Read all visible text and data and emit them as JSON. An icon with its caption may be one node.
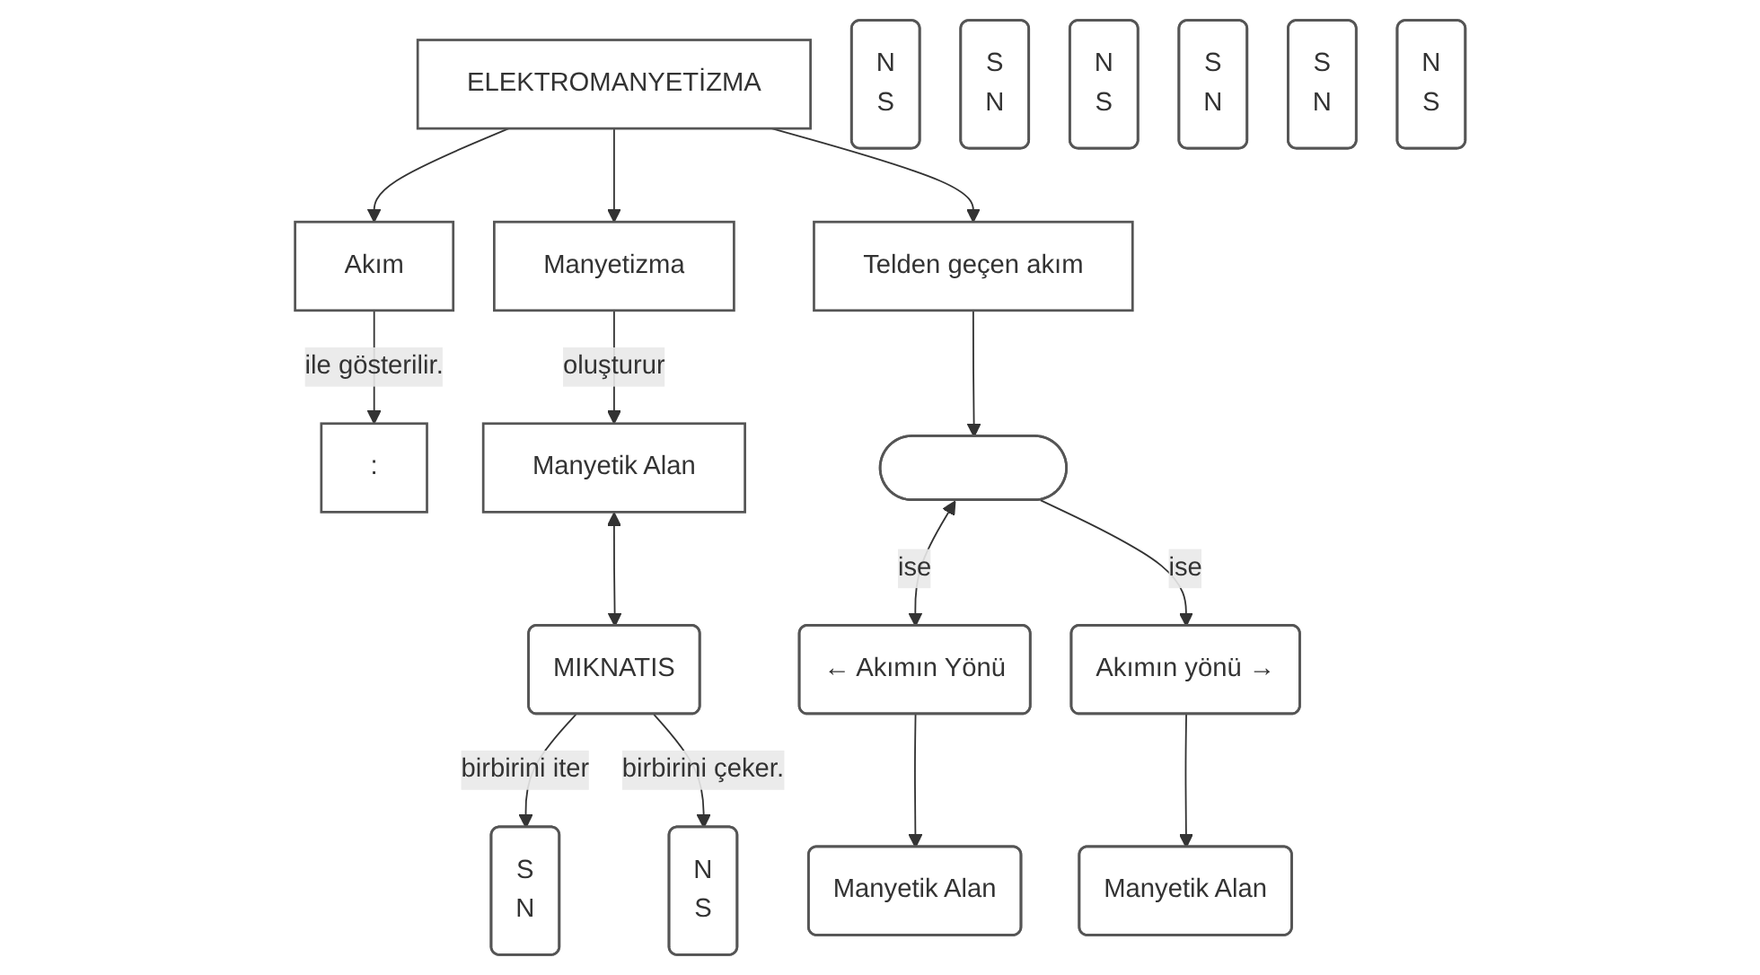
{
  "diagram": {
    "nodes": [
      {
        "text": [
          "ELEKTROMANYETİZMA"
        ]
      },
      {
        "text": [
          "Akım"
        ]
      },
      {
        "text": [
          "Manyetizma"
        ]
      },
      {
        "text": [
          "Telden geçen akım"
        ]
      },
      {
        "text": [
          ":"
        ]
      },
      {
        "text": [
          "Manyetik Alan"
        ]
      },
      {
        "text": [],
        "shape": "bar"
      },
      {
        "text": [
          "MIKNATIS"
        ]
      },
      {
        "text": [
          "← Akımın Yönü"
        ]
      },
      {
        "text": [
          "Akımın yönü →"
        ]
      },
      {
        "text": [
          "Manyetik Alan"
        ]
      },
      {
        "text": [
          "Manyetik Alan"
        ]
      },
      {
        "text": [
          "S",
          "N"
        ]
      },
      {
        "text": [
          "N",
          "S"
        ]
      },
      {
        "text": [
          "N",
          "S"
        ]
      },
      {
        "text": [
          "S",
          "N"
        ]
      },
      {
        "text": [
          "N",
          "S"
        ]
      },
      {
        "text": [
          "S",
          "N"
        ]
      },
      {
        "text": [
          "S",
          "N"
        ]
      },
      {
        "text": [
          "N",
          "S"
        ]
      }
    ],
    "edges": [
      {
        "from": 0,
        "to": 1,
        "arrow": "to"
      },
      {
        "from": 0,
        "to": 2,
        "arrow": "to"
      },
      {
        "from": 0,
        "to": 3,
        "arrow": "to"
      },
      {
        "from": 1,
        "to": 4,
        "label": "ile gösterilir.",
        "arrow": "to"
      },
      {
        "from": 2,
        "to": 5,
        "label": "oluşturur",
        "arrow": "to"
      },
      {
        "from": 3,
        "to": 6,
        "arrow": "to"
      },
      {
        "from": 5,
        "to": 7,
        "arrow": "both"
      },
      {
        "from": 6,
        "to": 8,
        "label": "ise",
        "arrow": "both"
      },
      {
        "from": 6,
        "to": 9,
        "label": "ise",
        "arrow": "to"
      },
      {
        "from": 7,
        "to": 12,
        "label": "birbirini iter",
        "arrow": "to"
      },
      {
        "from": 7,
        "to": 14,
        "label": "birbirini çeker.",
        "arrow": "to"
      },
      {
        "from": 8,
        "to": 10,
        "arrow": "to"
      },
      {
        "from": 9,
        "to": 11,
        "arrow": "to"
      }
    ]
  }
}
